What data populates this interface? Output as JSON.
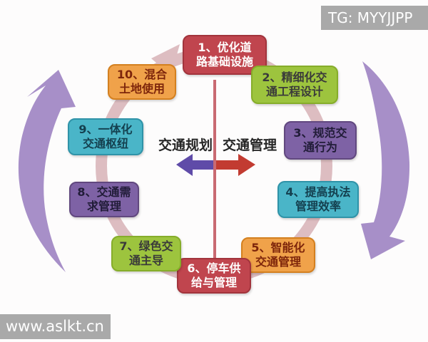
{
  "watermarks": {
    "top_right": "TG: MYYJJPP",
    "bottom_left": "www.aslkt.cn"
  },
  "center": {
    "left_label": "交通规划",
    "right_label": "交通管理",
    "left_arrow_color": "#5f4ba8",
    "right_arrow_color": "#c23b31",
    "divider_color": "#c96a72"
  },
  "cycle": {
    "direction": "clockwise",
    "ring_color": "#ddbdc1",
    "flow_arrow_color": "#a78fc8",
    "items": [
      {
        "label": "1、优化道\n路基础设施",
        "color_name": "red",
        "fill": "#c0454e",
        "border": "#a2343c",
        "text_color": "#ffffff"
      },
      {
        "label": "2、精细化交\n通工程设计",
        "color_name": "green",
        "fill": "#9dc43e",
        "border": "#86ad2a",
        "text_color": "#3a3a3a"
      },
      {
        "label": "3、规范交\n通行为",
        "color_name": "purple",
        "fill": "#7e62a5",
        "border": "#61487f",
        "text_color": "#211c38"
      },
      {
        "label": "4、提高执法\n管理效率",
        "color_name": "teal",
        "fill": "#4ab5c8",
        "border": "#2f93a8",
        "text_color": "#14404f"
      },
      {
        "label": "5、智能化\n交通管理",
        "color_name": "orange",
        "fill": "#f0a24a",
        "border": "#d4801f",
        "text_color": "#7e260b"
      },
      {
        "label": "6、停车供\n给与管理",
        "color_name": "red",
        "fill": "#c0454e",
        "border": "#a2343c",
        "text_color": "#ffffff"
      },
      {
        "label": "7、绿色交\n通主导",
        "color_name": "green",
        "fill": "#9dc43e",
        "border": "#86ad2a",
        "text_color": "#3a3a3a"
      },
      {
        "label": "8、交通需\n求管理",
        "color_name": "purple",
        "fill": "#7e62a5",
        "border": "#61487f",
        "text_color": "#211c38"
      },
      {
        "label": "9、一体化\n交通枢纽",
        "color_name": "teal",
        "fill": "#4ab5c8",
        "border": "#2f93a8",
        "text_color": "#14404f"
      },
      {
        "label": "10、混合\n土地使用",
        "color_name": "orange",
        "fill": "#f0a24a",
        "border": "#d4801f",
        "text_color": "#7e260b"
      }
    ]
  }
}
